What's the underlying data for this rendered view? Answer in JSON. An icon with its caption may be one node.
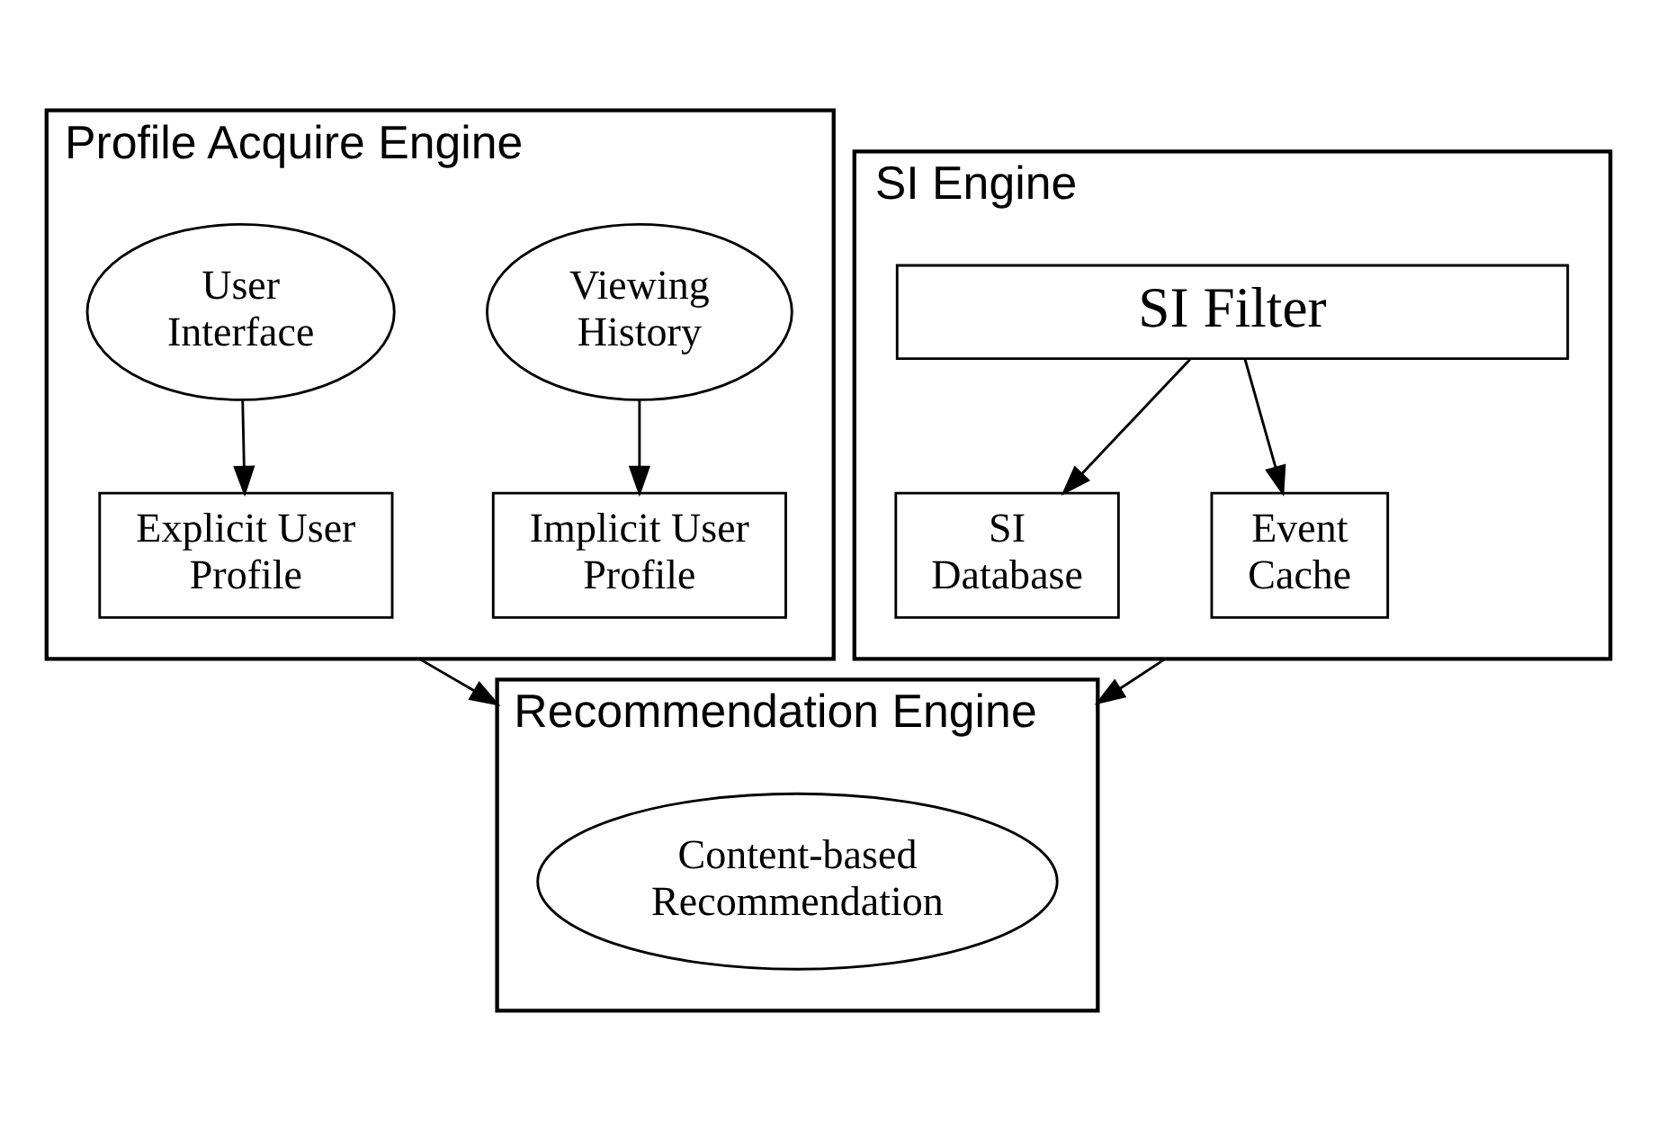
{
  "diagram": {
    "nodes": [
      {
        "text": [
          "Profile Acquire Engine"
        ]
      },
      {
        "text": [
          "Viewing History"
        ],
        "in": 0
      },
      {
        "text": [
          "User Interface"
        ],
        "in": 0
      },
      {
        "text": [
          "Implicit User Profile"
        ],
        "in": 0
      },
      {
        "text": [
          "Explicit User Profile"
        ],
        "in": 0
      },
      {
        "text": [
          "SI Engine"
        ]
      },
      {
        "text": [
          "SI Filter"
        ],
        "in": 5
      },
      {
        "text": [
          "SI Database"
        ],
        "in": 5
      },
      {
        "text": [
          "Event Cache"
        ],
        "in": 5
      },
      {
        "text": [
          "Recommendation Engine"
        ]
      },
      {
        "text": [
          "Content-based Recommendation"
        ],
        "in": 9
      }
    ],
    "edges": [
      {
        "from": 1,
        "to": 3,
        "arrow": "to"
      },
      {
        "from": 2,
        "to": 4,
        "arrow": "to"
      },
      {
        "from": 6,
        "to": 7,
        "arrow": "to"
      },
      {
        "from": 6,
        "to": 8,
        "arrow": "to"
      },
      {
        "from": 0,
        "to": 9,
        "arrow": "to"
      },
      {
        "from": 5,
        "to": 9,
        "arrow": "to"
      }
    ]
  }
}
